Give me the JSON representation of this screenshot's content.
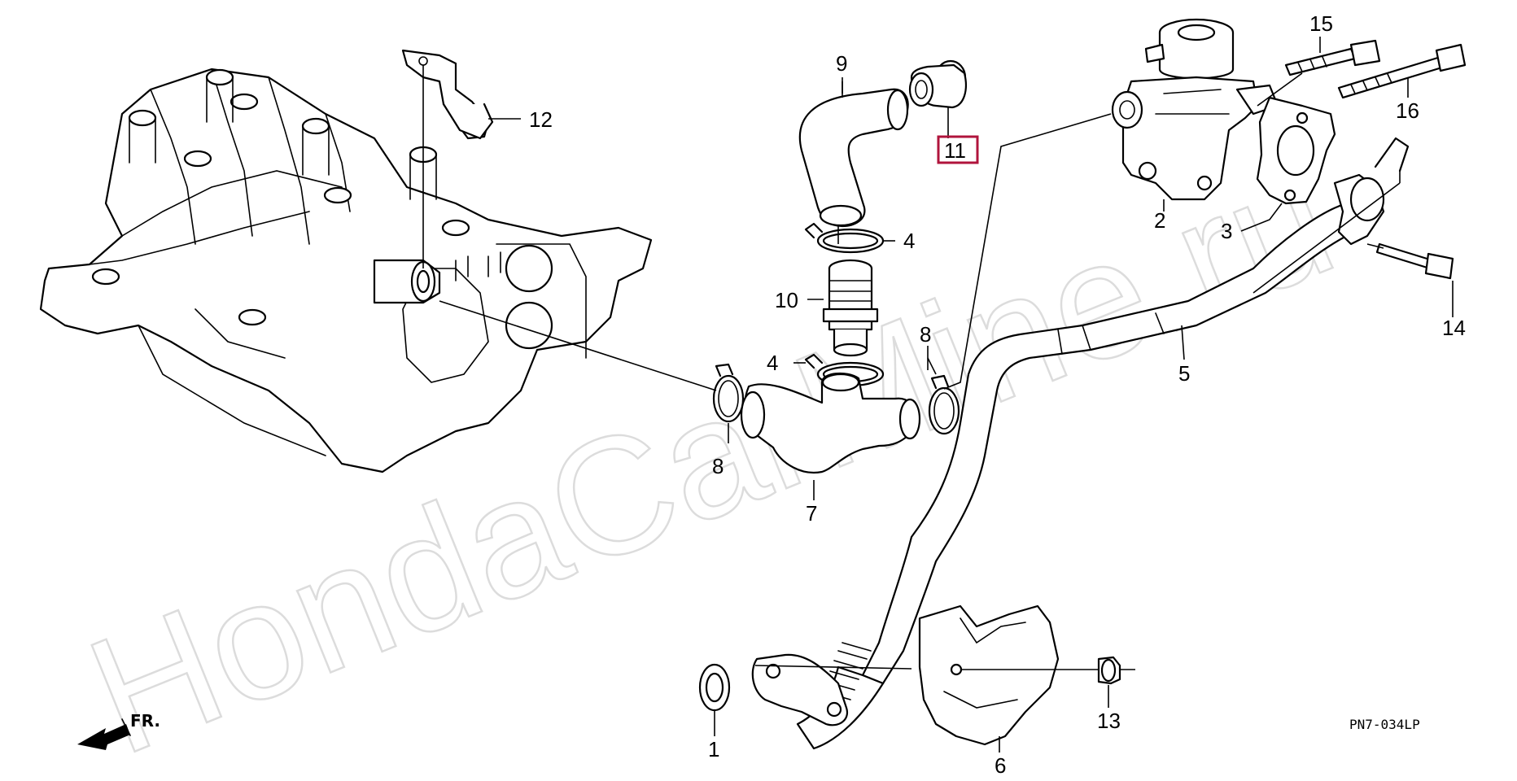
{
  "watermark": "HondaCarMine.ru",
  "drawing_code": "PN7-034LP",
  "direction_label": "FR.",
  "highlight_color": "#b0143c",
  "callouts": [
    {
      "id": "c1",
      "text": "1"
    },
    {
      "id": "c2",
      "text": "2"
    },
    {
      "id": "c3",
      "text": "3"
    },
    {
      "id": "c4a",
      "text": "4"
    },
    {
      "id": "c4b",
      "text": "4"
    },
    {
      "id": "c5",
      "text": "5"
    },
    {
      "id": "c6",
      "text": "6"
    },
    {
      "id": "c7",
      "text": "7"
    },
    {
      "id": "c8a",
      "text": "8"
    },
    {
      "id": "c8b",
      "text": "8"
    },
    {
      "id": "c9",
      "text": "9"
    },
    {
      "id": "c10",
      "text": "10"
    },
    {
      "id": "c11",
      "text": "11",
      "highlighted": true
    },
    {
      "id": "c12",
      "text": "12"
    },
    {
      "id": "c13",
      "text": "13"
    },
    {
      "id": "c14",
      "text": "14"
    },
    {
      "id": "c15",
      "text": "15"
    },
    {
      "id": "c16",
      "text": "16"
    }
  ]
}
